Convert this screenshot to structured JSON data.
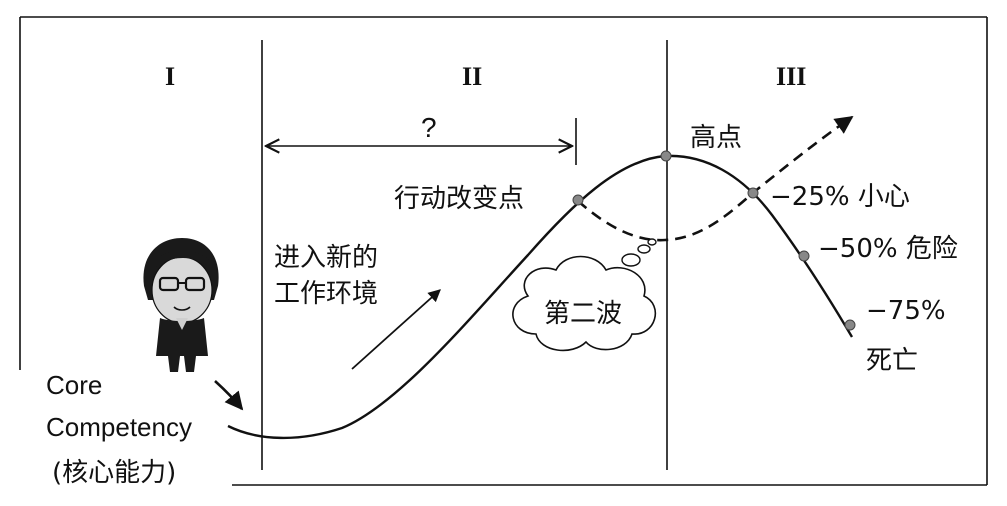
{
  "phases": {
    "one": "I",
    "two": "II",
    "three": "III"
  },
  "duration_mark": "?",
  "peak_label": "高点",
  "inflection_label": "行动改变点",
  "second_wave_label": "第二波",
  "new_environment_label": [
    "进入新的",
    "工作环境"
  ],
  "core_competency_label": [
    "Core",
    "Competency",
    "(核心能力)"
  ],
  "decline_markers": [
    {
      "percent": "−25%",
      "meaning": "小心"
    },
    {
      "percent": "−50%",
      "meaning": "危险"
    },
    {
      "percent": "−75%",
      "meaning": "死亡"
    }
  ],
  "colors": {
    "ink": "#111111",
    "marker": "#888888",
    "background": "#ffffff"
  }
}
